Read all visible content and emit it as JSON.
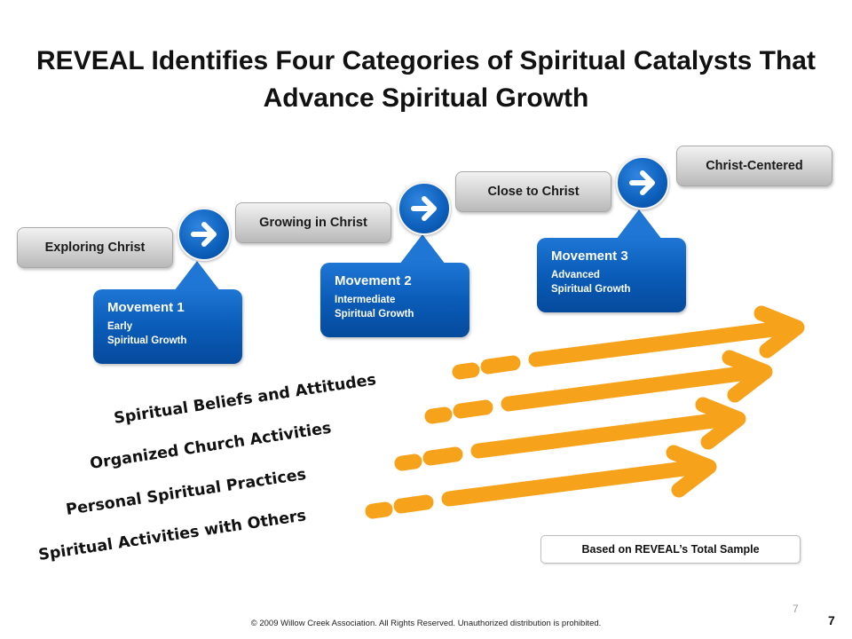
{
  "title": "REVEAL Identifies Four Categories of Spiritual Catalysts That Advance Spiritual Growth",
  "stages": [
    {
      "label": "Exploring Christ"
    },
    {
      "label": "Growing in Christ"
    },
    {
      "label": "Close to Christ"
    },
    {
      "label": "Christ-Centered"
    }
  ],
  "movements": [
    {
      "name": "Movement 1",
      "line1": "Early",
      "line2": "Spiritual Growth"
    },
    {
      "name": "Movement 2",
      "line1": "Intermediate",
      "line2": "Spiritual Growth"
    },
    {
      "name": "Movement 3",
      "line1": "Advanced",
      "line2": "Spiritual Growth"
    }
  ],
  "catalysts": [
    "Spiritual Beliefs and Attitudes",
    "Organized Church Activities",
    "Personal Spiritual Practices",
    "Spiritual Activities with Others"
  ],
  "sample_note": "Based on REVEAL’s Total Sample",
  "footer": "© 2009 Willow Creek Association. All Rights Reserved. Unauthorized distribution is prohibited.",
  "page_number_light": "7",
  "page_number": "7",
  "colors": {
    "accent_blue": "#0a5cb8",
    "arrow_orange": "#f7a21b",
    "stage_gray": "#cfcfcf"
  },
  "icons": {
    "movement_arrow": "arrow-right-icon",
    "catalyst_arrow": "dashed-orange-arrow-icon"
  }
}
